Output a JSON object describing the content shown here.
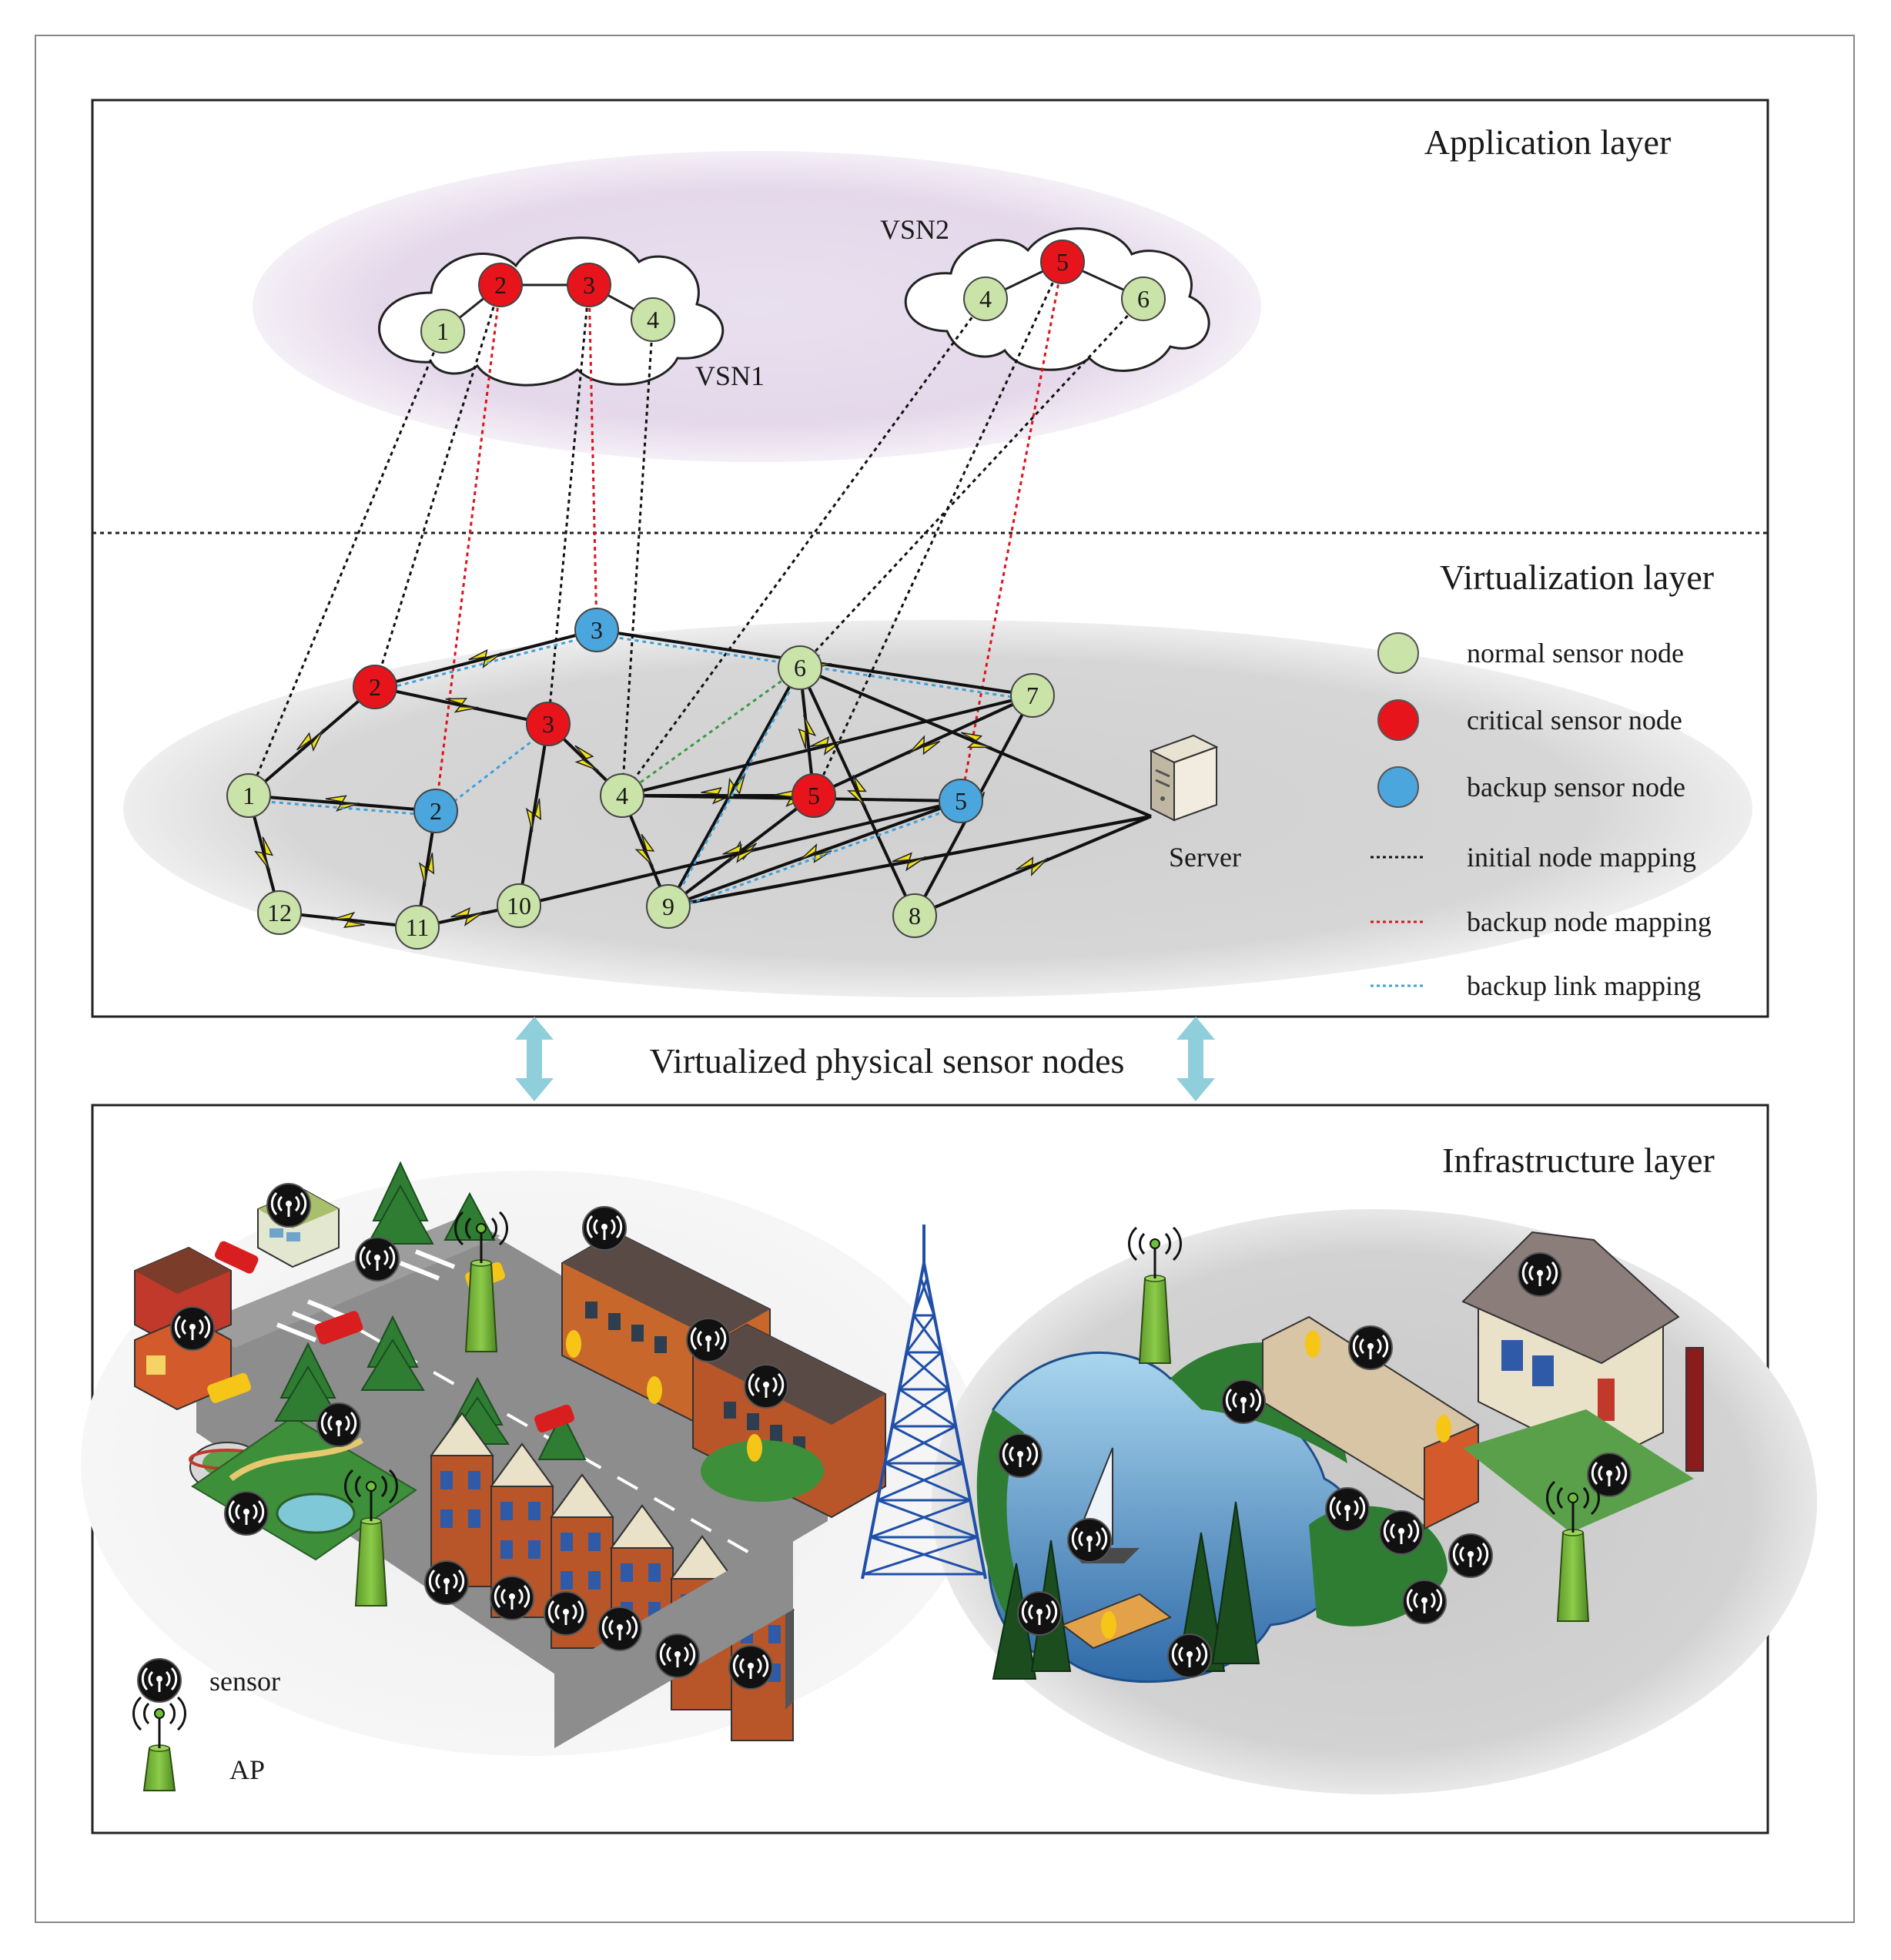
{
  "application_layer": {
    "title": "Application layer",
    "vsn1": {
      "label": "VSN1",
      "nodes": [
        {
          "id": "1",
          "type": "normal"
        },
        {
          "id": "2",
          "type": "critical"
        },
        {
          "id": "3",
          "type": "critical"
        },
        {
          "id": "4",
          "type": "normal"
        }
      ]
    },
    "vsn2": {
      "label": "VSN2",
      "nodes": [
        {
          "id": "4",
          "type": "normal"
        },
        {
          "id": "5",
          "type": "critical"
        },
        {
          "id": "6",
          "type": "normal"
        }
      ]
    }
  },
  "virtualization_layer": {
    "title": "Virtualization layer",
    "server_label": "Server",
    "nodes": [
      {
        "id": "1",
        "type": "normal"
      },
      {
        "id": "2",
        "type": "critical"
      },
      {
        "id": "2",
        "type": "backup"
      },
      {
        "id": "3",
        "type": "critical"
      },
      {
        "id": "3",
        "type": "backup"
      },
      {
        "id": "4",
        "type": "normal"
      },
      {
        "id": "5",
        "type": "critical"
      },
      {
        "id": "5",
        "type": "backup"
      },
      {
        "id": "6",
        "type": "normal"
      },
      {
        "id": "7",
        "type": "normal"
      },
      {
        "id": "8",
        "type": "normal"
      },
      {
        "id": "9",
        "type": "normal"
      },
      {
        "id": "10",
        "type": "normal"
      },
      {
        "id": "11",
        "type": "normal"
      },
      {
        "id": "12",
        "type": "normal"
      }
    ]
  },
  "legend": {
    "normal": "normal sensor node",
    "critical": "critical sensor node",
    "backup": "backup sensor node",
    "initial_mapping": "initial node mapping",
    "backup_node_mapping": "backup node mapping",
    "backup_link_mapping": "backup link mapping"
  },
  "middle_label": "Virtualized physical sensor nodes",
  "infrastructure_layer": {
    "title": "Infrastructure layer",
    "legend_sensor": "sensor",
    "legend_ap": "AP"
  },
  "colors": {
    "normal": "#c9e3a9",
    "critical": "#e8141c",
    "backup": "#4aa6dc",
    "initial_mapping": "#111111",
    "backup_node_mapping": "#d9141c",
    "backup_link_mapping": "#3fa0d8",
    "vsn_ellipse": "#e6dcea",
    "virt_ellipse": "#d4d4d4",
    "arrow": "#8fcfdc"
  }
}
